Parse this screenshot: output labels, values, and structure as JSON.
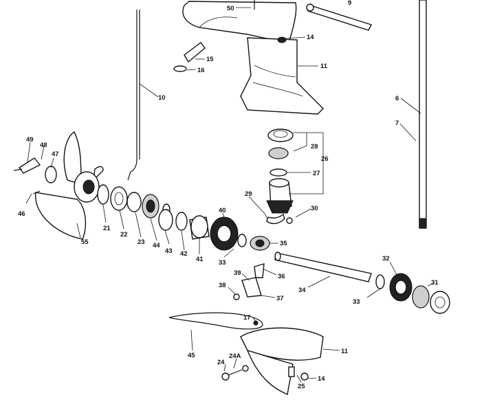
{
  "labels": {
    "l1": "50",
    "l2": "9",
    "l3": "14",
    "l4": "15",
    "l5": "16",
    "l6": "11",
    "l7": "10",
    "l8": "6",
    "l9": "7",
    "l10": "28",
    "l11": "26",
    "l12": "27",
    "l13": "49",
    "l14": "48",
    "l15": "47",
    "l16": "46",
    "l17": "55",
    "l18": "21",
    "l19": "22",
    "l20": "23",
    "l21": "44",
    "l22": "43",
    "l23": "42",
    "l24": "41",
    "l25": "40",
    "l26": "29",
    "l27": "30",
    "l28": "33",
    "l29": "35",
    "l30": "39",
    "l31": "36",
    "l32": "38",
    "l33": "37",
    "l34": "34",
    "l35": "32",
    "l36": "31",
    "l37": "33",
    "l38": "17",
    "l39": "45",
    "l40": "11",
    "l41": "24A",
    "l42": "24",
    "l43": "25",
    "l44": "14"
  }
}
